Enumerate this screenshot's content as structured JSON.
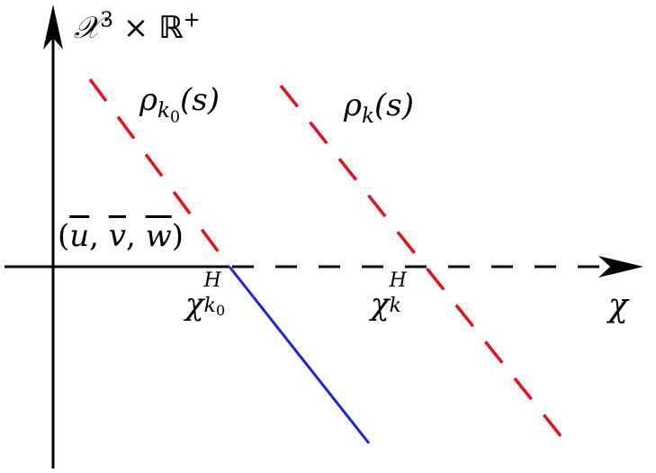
{
  "diagram": {
    "vertical_axis": {
      "label_main": "𝒳",
      "label_exp": "3",
      "label_times": " × ",
      "label_field": "ℝ",
      "label_field_sup": "+"
    },
    "horizontal_axis": {
      "label": "χ"
    },
    "point_label": {
      "open": "(",
      "u": "u",
      "sep1": ", ",
      "v": "v",
      "sep2": ", ",
      "w": "w",
      "close": ")"
    },
    "curve_k0": {
      "label_base": "ρ",
      "label_sub": "k",
      "label_subsub": "0",
      "label_arg": "(s)",
      "color": "#e8101a",
      "style": "dashed"
    },
    "curve_k": {
      "label_base": "ρ",
      "label_sub": "k",
      "label_arg": "(s)",
      "color": "#e8101a",
      "style": "dashed"
    },
    "blue_segment": {
      "color": "#1f22e0",
      "style": "solid"
    },
    "tick_k0": {
      "base": "χ",
      "sup": "H",
      "sub": "k",
      "subsub": "0"
    },
    "tick_k": {
      "base": "χ",
      "sup": "H",
      "sub": "k"
    },
    "colors": {
      "axis": "#000000",
      "red": "#e8101a",
      "blue": "#1f22e0"
    }
  }
}
